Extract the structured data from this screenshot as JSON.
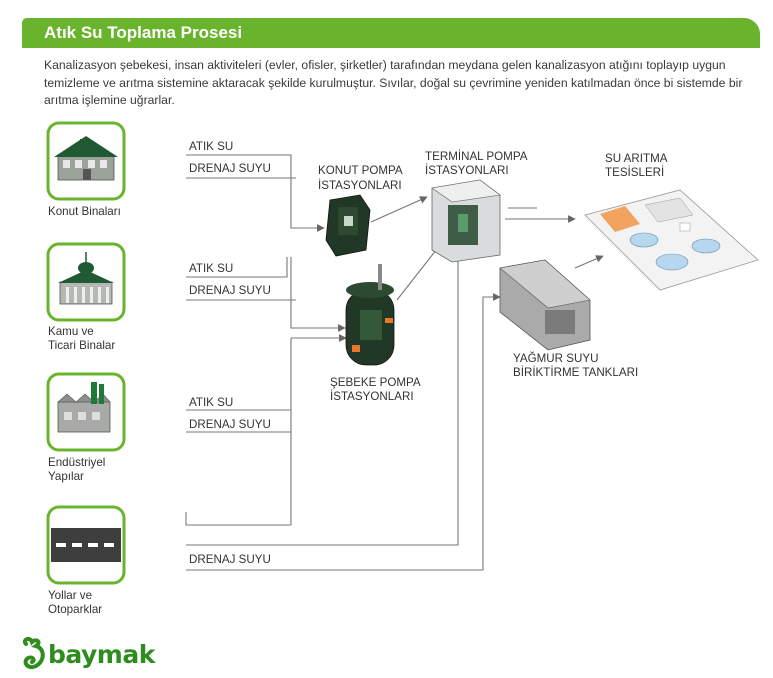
{
  "header": {
    "title": "Atık Su Toplama Prosesi"
  },
  "intro": "Kanalizasyon şebekesi, insan aktiviteleri (evler, ofisler, şirketler) tarafından meydana gelen kanalizasyon atığını toplayıp uygun temizleme ve arıtma sistemine aktaracak şekilde kurulmuştur. Sıvılar, doğal su çevrimine yeniden katılmadan önce bi sistemde bir arıtma işlemine uğrarlar.",
  "sources": [
    {
      "name_1": "Konut Binaları",
      "name_2": "",
      "icon": "house-icon",
      "flow_a": "ATIK SU",
      "flow_b": "DRENAJ SUYU"
    },
    {
      "name_1": "Kamu ve",
      "name_2": "Ticari Binalar",
      "icon": "public-building-icon",
      "flow_a": "ATIK SU",
      "flow_b": "DRENAJ SUYU"
    },
    {
      "name_1": "Endüstriyel",
      "name_2": "Yapılar",
      "icon": "factory-icon",
      "flow_a": "ATIK SU",
      "flow_b": "DRENAJ SUYU"
    },
    {
      "name_1": "Yollar ve",
      "name_2": "Otoparklar",
      "icon": "road-icon",
      "flow_a": "",
      "flow_b": "DRENAJ SUYU"
    }
  ],
  "stations": {
    "konut_1": "KONUT POMPA",
    "konut_2": "İSTASYONLARI",
    "sebeke_1": "ŞEBEKE POMPA",
    "sebeke_2": "İSTASYONLARI",
    "terminal_1": "TERMİNAL POMPA",
    "terminal_2": "İSTASYONLARI",
    "aritma_1": "SU ARITMA",
    "aritma_2": "TESİSLERİ",
    "yagmur_1": "YAĞMUR SUYU",
    "yagmur_2": "BİRİKTİRME TANKLARI"
  },
  "brand": {
    "name": "baymak",
    "color": "#2f8d1e",
    "accent": "#6ab42d"
  }
}
